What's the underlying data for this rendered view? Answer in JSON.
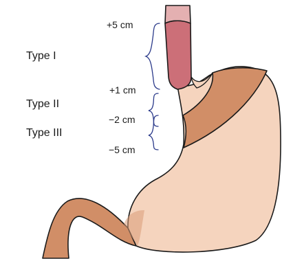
{
  "diagram": {
    "type_labels": {
      "type_1": "Type I",
      "type_2": "Type II",
      "type_3": "Type III"
    },
    "distance_labels": {
      "plus_5": "+5 cm",
      "plus_1": "+1 cm",
      "minus_2": "−2 cm",
      "minus_5": "−5 cm"
    },
    "colors": {
      "esophagus_upper": "#e4b0b1",
      "esophagus_lower": "#cc6f78",
      "cardia_band": "#d18e67",
      "stomach_body": "#f5d4be",
      "duodenum": "#d18e67",
      "outline": "#1a1a1a",
      "brace": "#2b3a8a"
    }
  }
}
